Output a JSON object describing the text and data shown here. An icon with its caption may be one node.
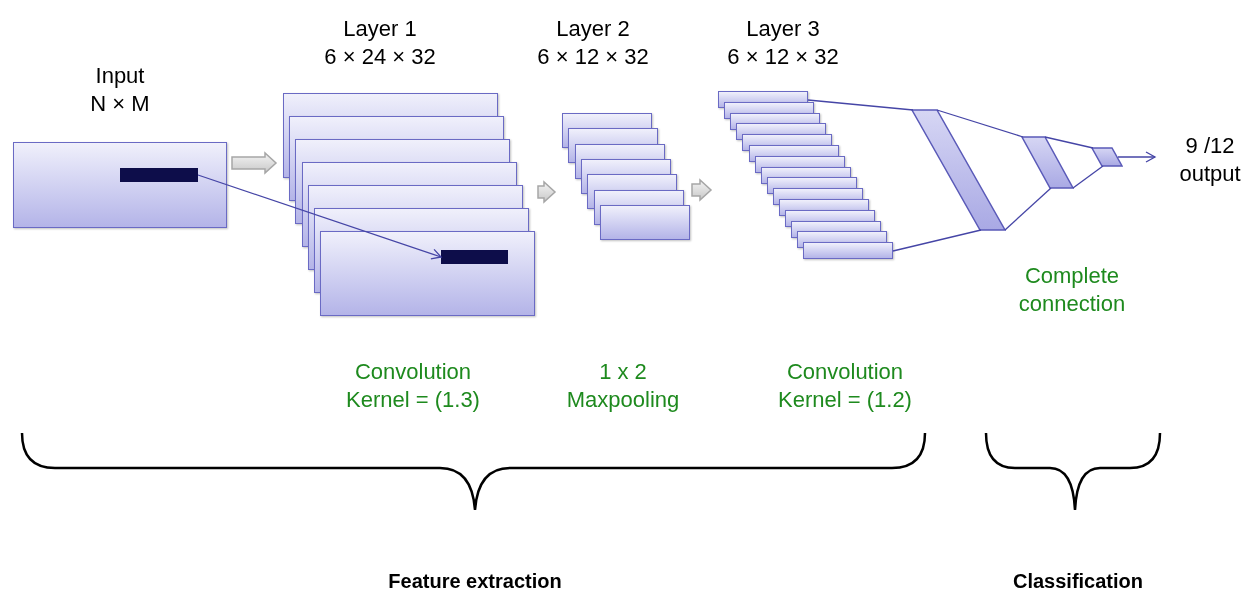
{
  "diagram": {
    "nodes": [
      {
        "text": [
          "Input",
          "N × M"
        ]
      },
      {
        "text": [],
        "shape": "bar",
        "in": 0
      },
      {
        "text": [
          "Layer 1",
          "6 × 24 × 32"
        ]
      },
      {
        "text": [],
        "shape": "bar",
        "in": 2
      },
      {
        "text": [
          "Layer 2",
          "6 × 12 × 32"
        ]
      },
      {
        "text": [
          "Layer 3",
          "6 × 12 × 32"
        ]
      },
      {
        "text": [],
        "shape": "box"
      },
      {
        "text": [],
        "shape": "box"
      },
      {
        "text": [],
        "shape": "box"
      },
      {
        "text": [
          "9 /12 output"
        ]
      }
    ],
    "edges": [
      {
        "from": 0,
        "to": 2,
        "arrow": "to",
        "style": "thick",
        "color": "#a6a6a6"
      },
      {
        "from": 1,
        "to": 3,
        "arrow": "to"
      },
      {
        "from": 2,
        "to": 4,
        "arrow": "to",
        "style": "thick",
        "color": "#a6a6a6"
      },
      {
        "from": 4,
        "to": 5,
        "arrow": "to",
        "style": "thick",
        "color": "#a6a6a6"
      },
      {
        "from": 5,
        "to": 6,
        "arrow": "none"
      },
      {
        "from": 5,
        "to": 6,
        "arrow": "none"
      },
      {
        "from": 6,
        "to": 7,
        "arrow": "none"
      },
      {
        "from": 6,
        "to": 7,
        "arrow": "none"
      },
      {
        "from": 7,
        "to": 8,
        "arrow": "none"
      },
      {
        "from": 7,
        "to": 8,
        "arrow": "none"
      },
      {
        "from": 8,
        "to": 9,
        "arrow": "to"
      }
    ],
    "labels": [
      "Convolution Kernel = (1.3)",
      "1 x 2 Maxpooling",
      "Convolution Kernel = (1.2)",
      "Complete connection",
      "Feature extraction",
      "Classification"
    ]
  }
}
